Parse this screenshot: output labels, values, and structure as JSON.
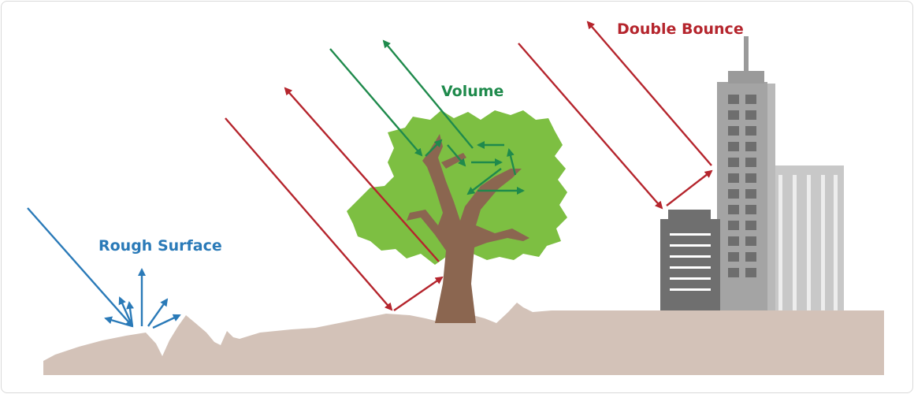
{
  "labels": {
    "rough_surface": "Rough Surface",
    "volume": "Volume",
    "double_bounce": "Double Bounce"
  },
  "colors": {
    "rough_surface": "#2a7ab8",
    "volume": "#1f8a4c",
    "double_bounce": "#b5252d",
    "ground": "#d3c2b8",
    "foliage": "#7dbf42",
    "trunk": "#8b6650",
    "building_dark": "#6f6f6f",
    "building_mid": "#a4a4a4",
    "building_light": "#c8c8c8"
  }
}
